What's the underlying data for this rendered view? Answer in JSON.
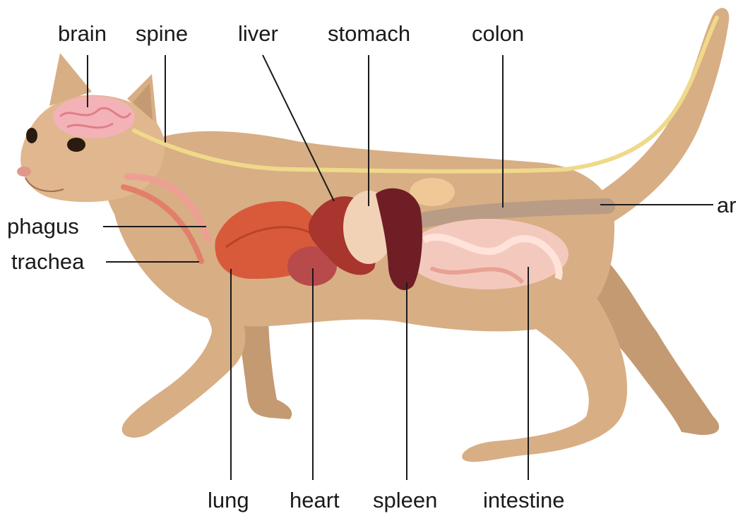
{
  "diagram": {
    "subject": "cat",
    "labels": {
      "brain": "brain",
      "spine": "spine",
      "liver": "liver",
      "stomach": "stomach",
      "colon": "colon",
      "anus": "ar",
      "esophagus": "phagus",
      "trachea": "trachea",
      "lung": "lung",
      "heart": "heart",
      "spleen": "spleen",
      "intestine": "intestine"
    }
  },
  "colors": {
    "fur": "#d8ae85",
    "fur_shadow": "#c49a72",
    "fur_light": "#e6c39c",
    "brain": "#f3b2b8",
    "lung": "#d85a3a",
    "heart": "#b94a4c",
    "liver": "#a8352e",
    "stomach": "#f2d2b6",
    "spleen": "#6e1e24",
    "intestine": "#f4c9bd",
    "colon": "#b89c86",
    "spine": "#efd98a",
    "leader_line": "#1a1a1a"
  }
}
